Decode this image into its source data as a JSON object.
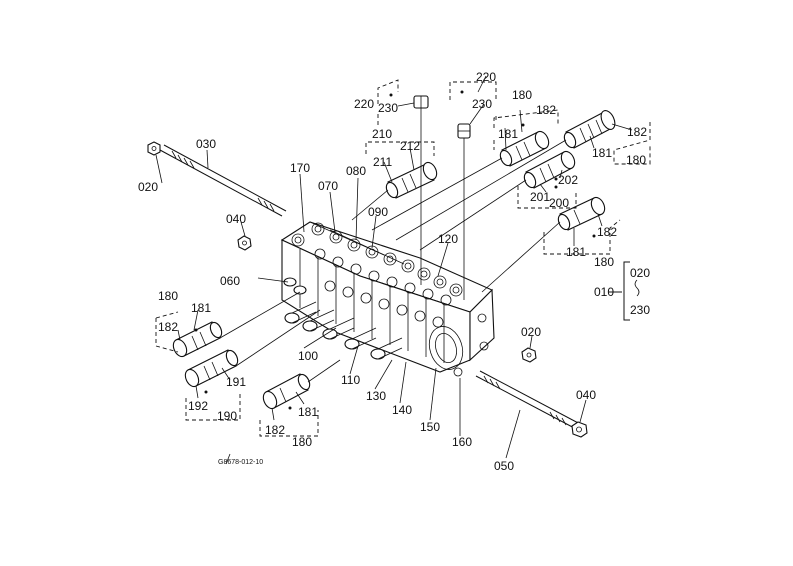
{
  "drawing_code": "G8678-012-10",
  "labels": {
    "l010": "010",
    "l020_bracket": "020",
    "l230_bracket": "230",
    "l020_a": "020",
    "l020_b": "020",
    "l030": "030",
    "l040_a": "040",
    "l040_b": "040",
    "l050": "050",
    "l060": "060",
    "l070": "070",
    "l080": "080",
    "l090": "090",
    "l100": "100",
    "l110": "110",
    "l120": "120",
    "l130": "130",
    "l140": "140",
    "l150": "150",
    "l160": "160",
    "l170": "170",
    "l180_a": "180",
    "l180_b": "180",
    "l180_c": "180",
    "l180_d": "180",
    "l180_e": "180",
    "l181_a": "181",
    "l181_b": "181",
    "l181_c": "181",
    "l181_d": "181",
    "l181_e": "181",
    "l182_a": "182",
    "l182_b": "182",
    "l182_c": "182",
    "l182_d": "182",
    "l182_e": "182",
    "l190": "190",
    "l191": "191",
    "l192": "192",
    "l200": "200",
    "l201": "201",
    "l202": "202",
    "l210": "210",
    "l211": "211",
    "l212": "212",
    "l220_a": "220",
    "l220_b": "220",
    "l230_a": "230",
    "l230_b": "230"
  }
}
